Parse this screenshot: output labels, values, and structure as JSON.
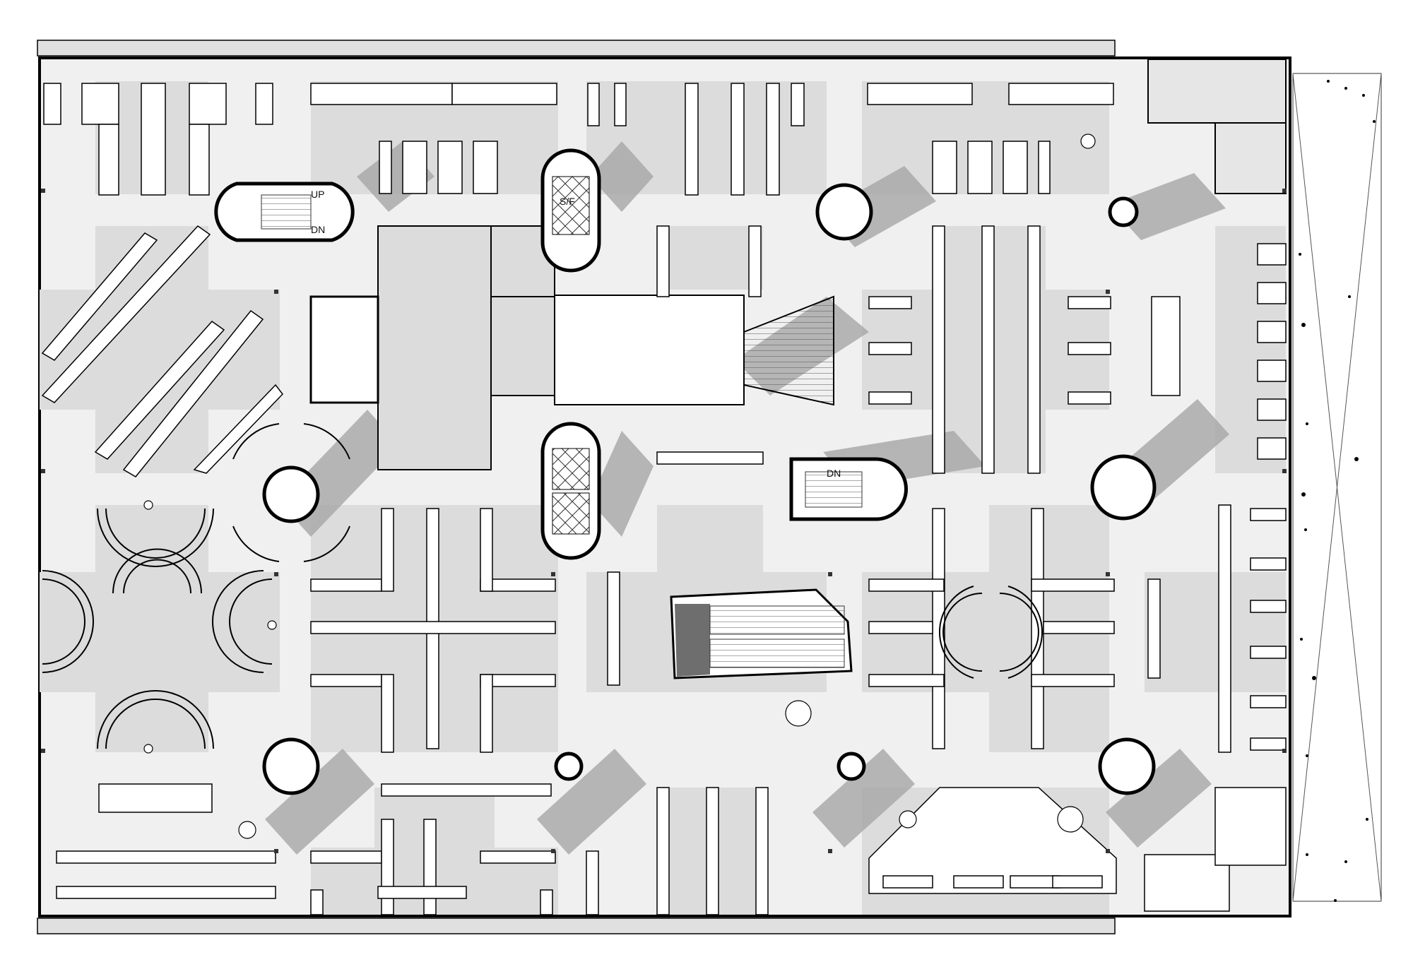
{
  "plan": {
    "labels": {
      "stair_nw_up": "UP",
      "stair_nw_dn": "DN",
      "service_elevator": "S/F",
      "stair_center_dn": "DN"
    },
    "colors": {
      "background": "#ffffff",
      "floor": "#f0f0f0",
      "zone": "#dcdcdc",
      "shadow": "#a6a6a6",
      "wall": "#000000",
      "void": "#ffffff",
      "escalator_dark": "#6e6e6e"
    }
  }
}
